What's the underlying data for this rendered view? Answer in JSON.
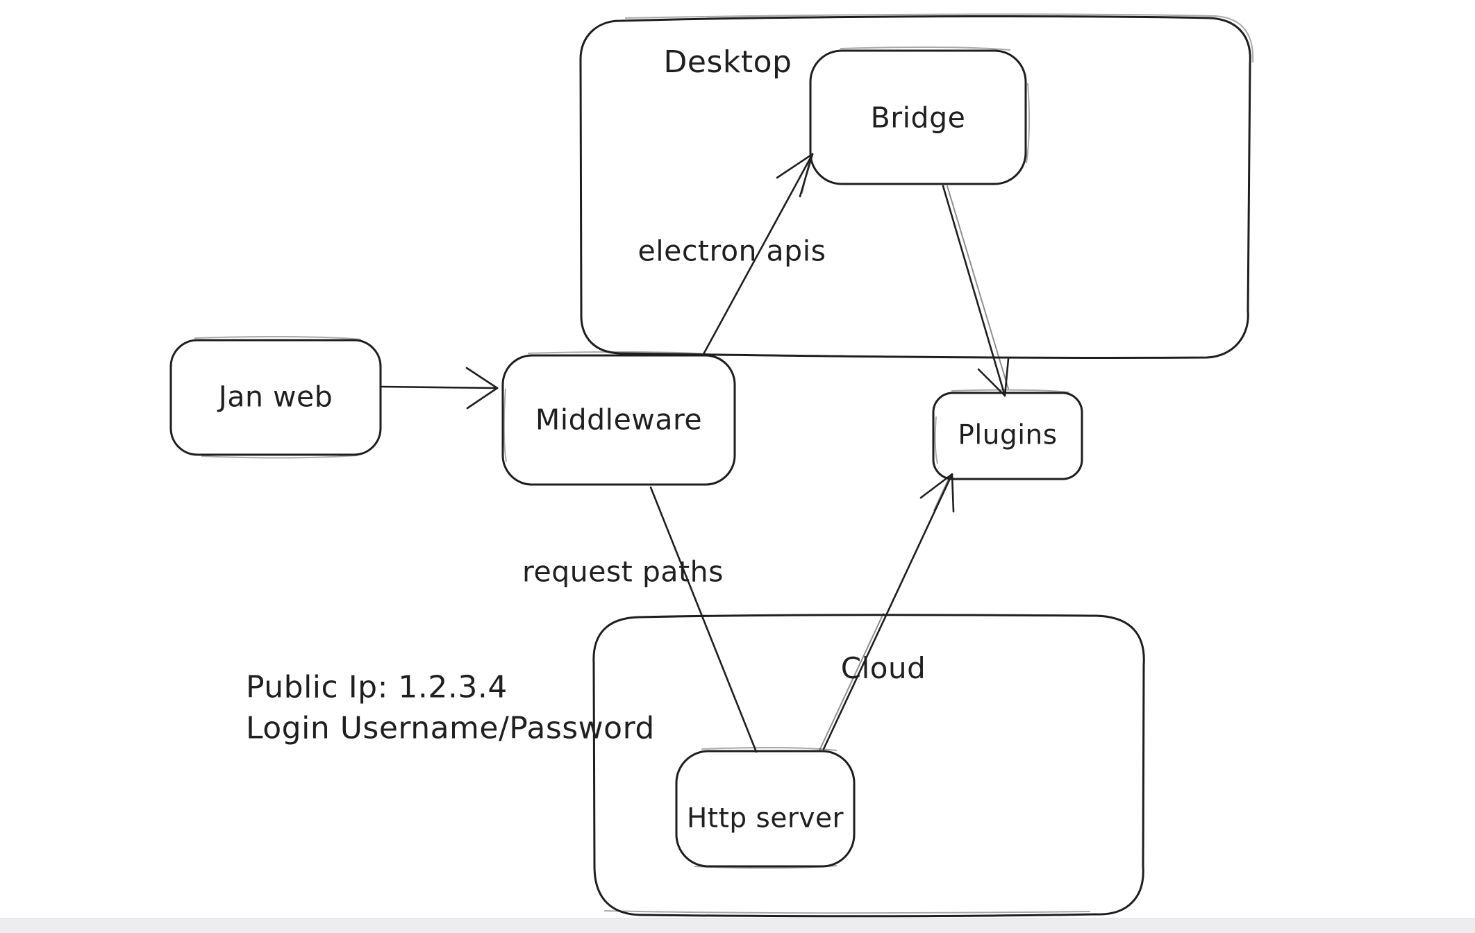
{
  "canvas": {
    "background": "#ffffff",
    "stroke_color": "#1e1e1e",
    "text_color": "#1f1f1f"
  },
  "containers": [
    {
      "id": "desktop",
      "label": "Desktop"
    },
    {
      "id": "cloud",
      "label": "Cloud"
    }
  ],
  "nodes": [
    {
      "id": "jan-web",
      "label": "Jan web"
    },
    {
      "id": "middleware",
      "label": "Middleware"
    },
    {
      "id": "bridge",
      "label": "Bridge"
    },
    {
      "id": "plugins",
      "label": "Plugins"
    },
    {
      "id": "http-server",
      "label": "Http server"
    }
  ],
  "edges": [
    {
      "id": "jan-web-to-middleware",
      "from": "Jan web",
      "to": "Middleware",
      "label": "",
      "arrowhead": "open"
    },
    {
      "id": "middleware-to-bridge",
      "from": "Middleware",
      "to": "Bridge",
      "label": "electron apis",
      "arrowhead": "open"
    },
    {
      "id": "bridge-to-plugins",
      "from": "Bridge",
      "to": "Plugins",
      "label": "",
      "arrowhead": "open"
    },
    {
      "id": "middleware-to-http-server",
      "from": "Middleware",
      "to": "Http server",
      "label": "request paths",
      "arrowhead": "none"
    },
    {
      "id": "http-server-to-plugins",
      "from": "Http server",
      "to": "Plugins",
      "label": "",
      "arrowhead": "open"
    }
  ],
  "annotations": [
    {
      "text": "Public Ip: 1.2.3.4"
    },
    {
      "text": "Login Username/Password"
    }
  ]
}
